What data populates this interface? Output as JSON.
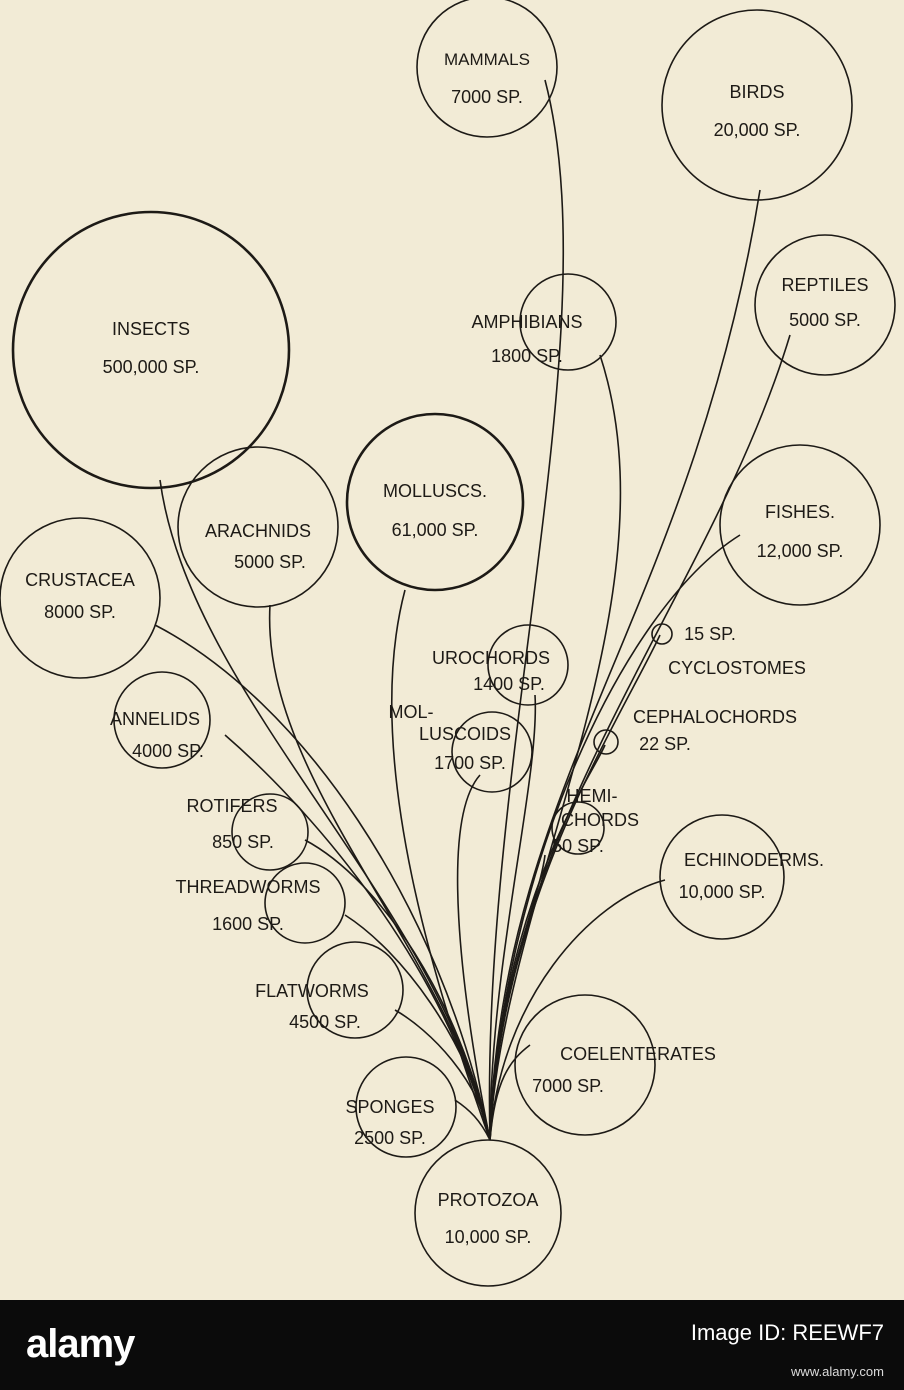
{
  "diagram": {
    "groups": {
      "mammals": {
        "name": "MAMMALS",
        "count": "7000 SP."
      },
      "birds": {
        "name": "BIRDS",
        "count": "20,000 SP."
      },
      "reptiles": {
        "name": "REPTILES",
        "count": "5000 SP."
      },
      "amphibians": {
        "name": "AMPHIBIANS",
        "count": "1800 SP."
      },
      "insects": {
        "name": "INSECTS",
        "count": "500,000 SP."
      },
      "molluscs": {
        "name": "MOLLUSCS.",
        "count": "61,000 SP."
      },
      "arachnids": {
        "name": "ARACHNIDS",
        "count": "5000 SP."
      },
      "fishes": {
        "name": "FISHES.",
        "count": "12,000 SP."
      },
      "crustacea": {
        "name": "CRUSTACEA",
        "count": "8000 SP."
      },
      "cyclostomes": {
        "name": "CYCLOSTOMES",
        "count": "15 SP."
      },
      "urochords": {
        "name": "UROCHORDS",
        "count": "1400 SP."
      },
      "cephalochords": {
        "name": "CEPHALOCHORDS",
        "count": "22 SP."
      },
      "annelids": {
        "name": "ANNELIDS",
        "count": "4000 SP."
      },
      "molluscoids": {
        "name_line1": "MOL-",
        "name_line2": "LUSCOIDS",
        "count": "1700 SP."
      },
      "hemichords": {
        "name_line1": "HEMI-",
        "name_line2": "CHORDS",
        "count": "50 SP."
      },
      "rotifers": {
        "name": "ROTIFERS",
        "count": "850 SP."
      },
      "echinoderms": {
        "name": "ECHINODERMS.",
        "count": "10,000 SP."
      },
      "threadworms": {
        "name": "THREADWORMS",
        "count": "1600 SP."
      },
      "flatworms": {
        "name": "FLATWORMS",
        "count": "4500 SP."
      },
      "coelenterates": {
        "name": "COELENTERATES",
        "count": "7000 SP."
      },
      "sponges": {
        "name": "SPONGES",
        "count": "2500 SP."
      },
      "protozoa": {
        "name": "PROTOZOA",
        "count": "10,000 SP."
      }
    }
  },
  "watermark": {
    "logo": "alamy",
    "id_label": "Image ID: REEWF7",
    "url": "www.alamy.com"
  }
}
